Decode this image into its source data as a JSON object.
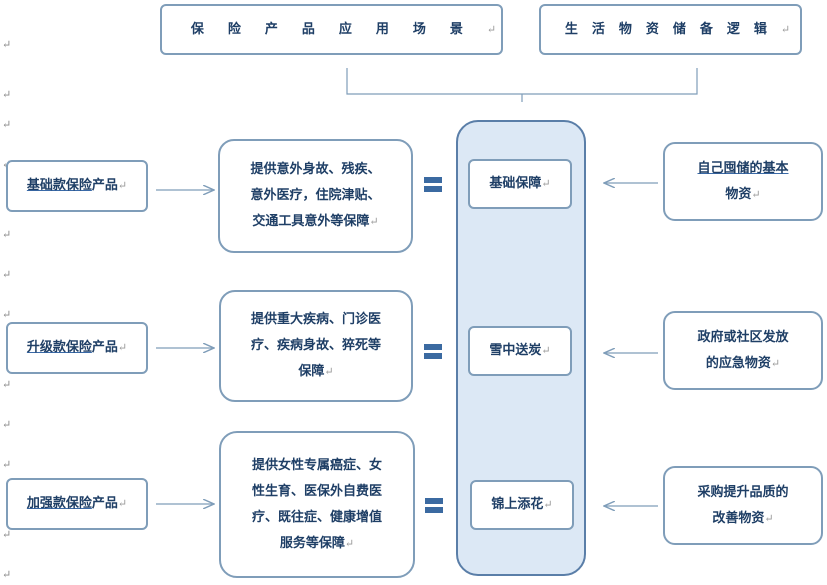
{
  "header": {
    "left": "保险产品应用场景",
    "right": "生活物资储备逻辑"
  },
  "products": [
    {
      "prefix": "基础款保险",
      "suffix": "产品"
    },
    {
      "prefix": "升级款保险",
      "suffix": "产品"
    },
    {
      "prefix": "加强款保险",
      "suffix": "产品"
    }
  ],
  "coverage": [
    [
      "提供意外身故、残疾、",
      "意外医疗，住院津贴、",
      "交通工具意外等保障"
    ],
    [
      "提供重大疾病、门诊医",
      "疗、疾病身故、猝死等",
      "保障"
    ],
    [
      "提供女性专属癌症、女",
      "性生育、医保外自费医",
      "疗、既往症、健康增值",
      "服务等保障"
    ]
  ],
  "levels": [
    "基础保障",
    "雪中送炭",
    "锦上添花"
  ],
  "supplies": [
    [
      "自己囤储的基本",
      "物资"
    ],
    [
      "政府或社区发放",
      "的应急物资"
    ],
    [
      "采购提升品质的",
      "改善物资"
    ]
  ],
  "marks": {
    "paragraph": "↵",
    "margin": "↵"
  }
}
